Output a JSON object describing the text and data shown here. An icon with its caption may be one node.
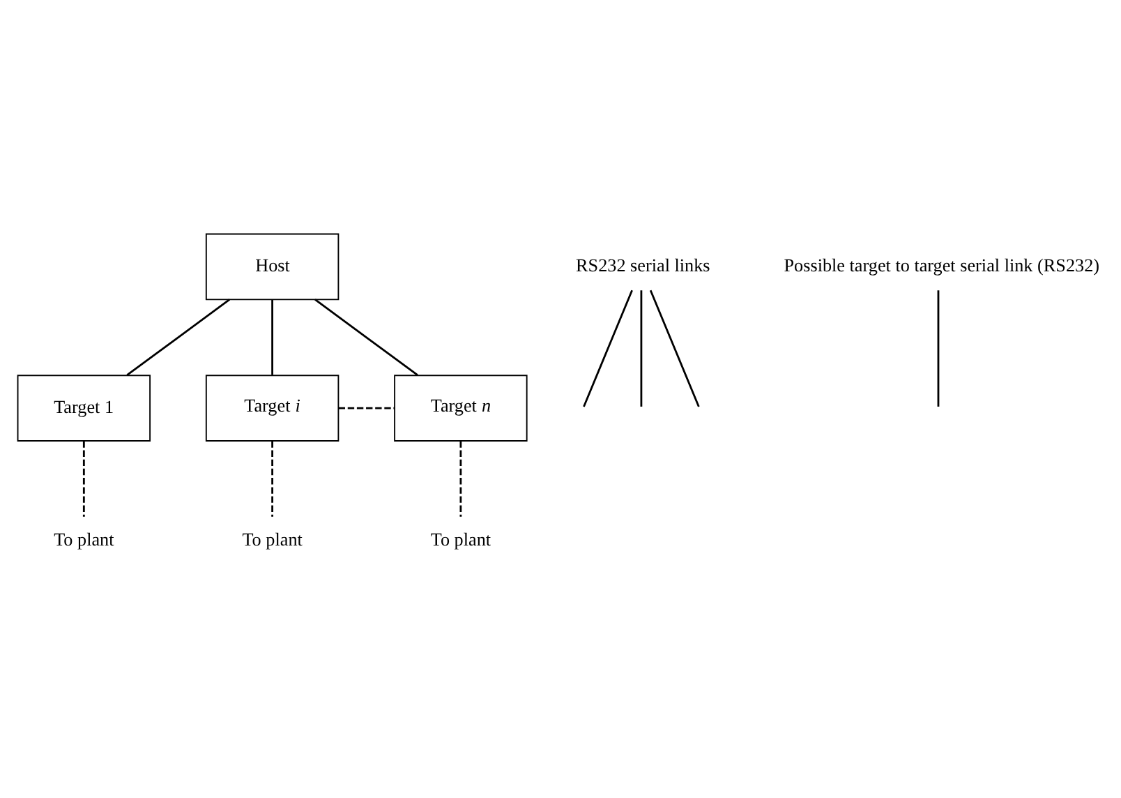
{
  "diagram": {
    "nodes": [
      {
        "text": [
          "Host"
        ]
      },
      {
        "text": [
          "Target 1"
        ]
      },
      {
        "text": [
          "Target *i*"
        ]
      },
      {
        "text": [
          "Target *n*"
        ]
      },
      {
        "text": [
          "To plant"
        ]
      },
      {
        "text": [
          "To plant"
        ]
      },
      {
        "text": [
          "To plant"
        ]
      },
      {
        "text": [
          "RS232 serial links"
        ]
      },
      {
        "text": [
          "Possible target to target serial link (RS232)"
        ]
      }
    ],
    "edges": [
      {
        "from": 0,
        "to": 1,
        "arrow": "none"
      },
      {
        "from": 0,
        "to": 2,
        "arrow": "none"
      },
      {
        "from": 0,
        "to": 3,
        "arrow": "none"
      },
      {
        "from": 2,
        "to": 3,
        "arrow": "none",
        "style": "dashed"
      },
      {
        "from": 1,
        "to": 4,
        "arrow": "none",
        "style": "dashed"
      },
      {
        "from": 2,
        "to": 5,
        "arrow": "none",
        "style": "dashed"
      },
      {
        "from": 3,
        "to": 6,
        "arrow": "none",
        "style": "dashed"
      },
      {
        "from": 7,
        "to": null,
        "arrow": "none"
      },
      {
        "from": 7,
        "to": null,
        "arrow": "none"
      },
      {
        "from": 7,
        "to": null,
        "arrow": "none"
      },
      {
        "from": 8,
        "to": null,
        "arrow": "none"
      }
    ]
  }
}
